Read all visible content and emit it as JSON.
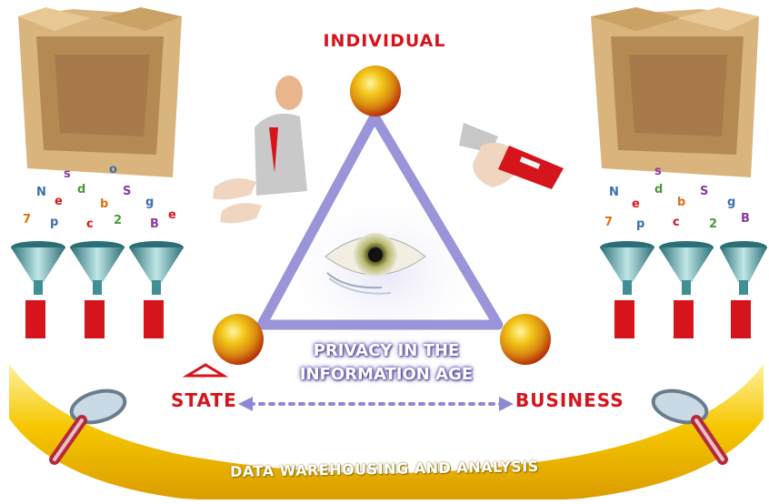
{
  "diagram": {
    "top_node_label": "INDIVIDUAL",
    "left_node_label": "STATE",
    "right_node_label": "BUSINESS",
    "center_title": [
      "PRIVACY IN THE",
      "INFORMATION AGE"
    ],
    "banner_text": "DATA WAREHOUSING AND ANALYSIS"
  },
  "colors": {
    "label_red": "#d6141c",
    "triangle": "#8f88d4",
    "arc_yellow": "#f5c400",
    "box_tan": "#d9b47c",
    "funnel_teal": "#3f8f95"
  },
  "icons": [
    "cardboard-box-icon",
    "funnel-icon",
    "magnifier-icon",
    "sphere-icon",
    "eye-icon",
    "person-icon",
    "hand-card-icon",
    "bank-icon",
    "dollar-icon"
  ]
}
